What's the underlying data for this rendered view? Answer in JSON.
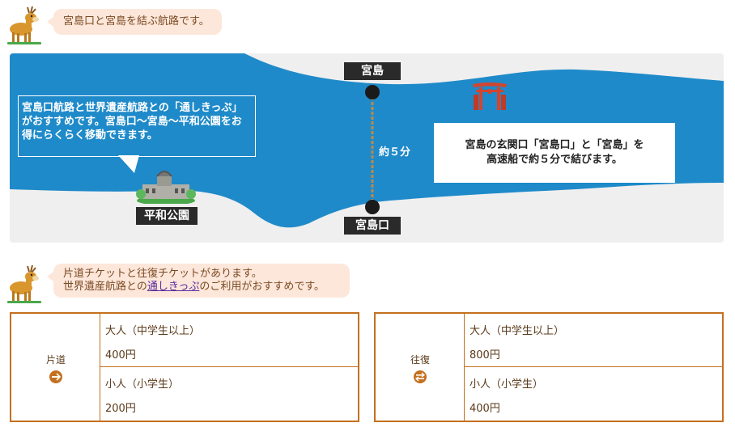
{
  "intro": {
    "text": "宮島口と宮島を結ぶ航路です。"
  },
  "map": {
    "note_left": "宮島口航路と世界遺産航路との「通しきっぷ」がおすすめです。宮島口〜宮島〜平和公園をお得にらくらく移動できます。",
    "note_right_line1": "宮島の玄関口「宮島口」と「宮島」を",
    "note_right_line2": "高速船で約５分で結びます。",
    "miyajima_label": "宮島",
    "miyajimaguchi_label": "宮島口",
    "peace_park_label": "平和公園",
    "route_time": "約５分",
    "colors": {
      "sea": "#1f8ac9",
      "land": "#efefef",
      "label_bg": "#2a2a2a"
    }
  },
  "tickets_intro": {
    "line1": "片道チケットと往復チケットがあります。",
    "line2_before": "世界遺産航路との",
    "line2_link": "通しきっぷ",
    "line2_after": "のご利用がおすすめです。"
  },
  "fares": [
    {
      "label": "片道",
      "icon": "one-way-icon",
      "adult_label": "大人（中学生以上）",
      "adult_price": "400円",
      "child_label": "小人（小学生）",
      "child_price": "200円"
    },
    {
      "label": "往復",
      "icon": "round-trip-icon",
      "adult_label": "大人（中学生以上）",
      "adult_price": "800円",
      "child_label": "小人（小学生）",
      "child_price": "400円"
    }
  ],
  "accent_color": "#c4701e"
}
